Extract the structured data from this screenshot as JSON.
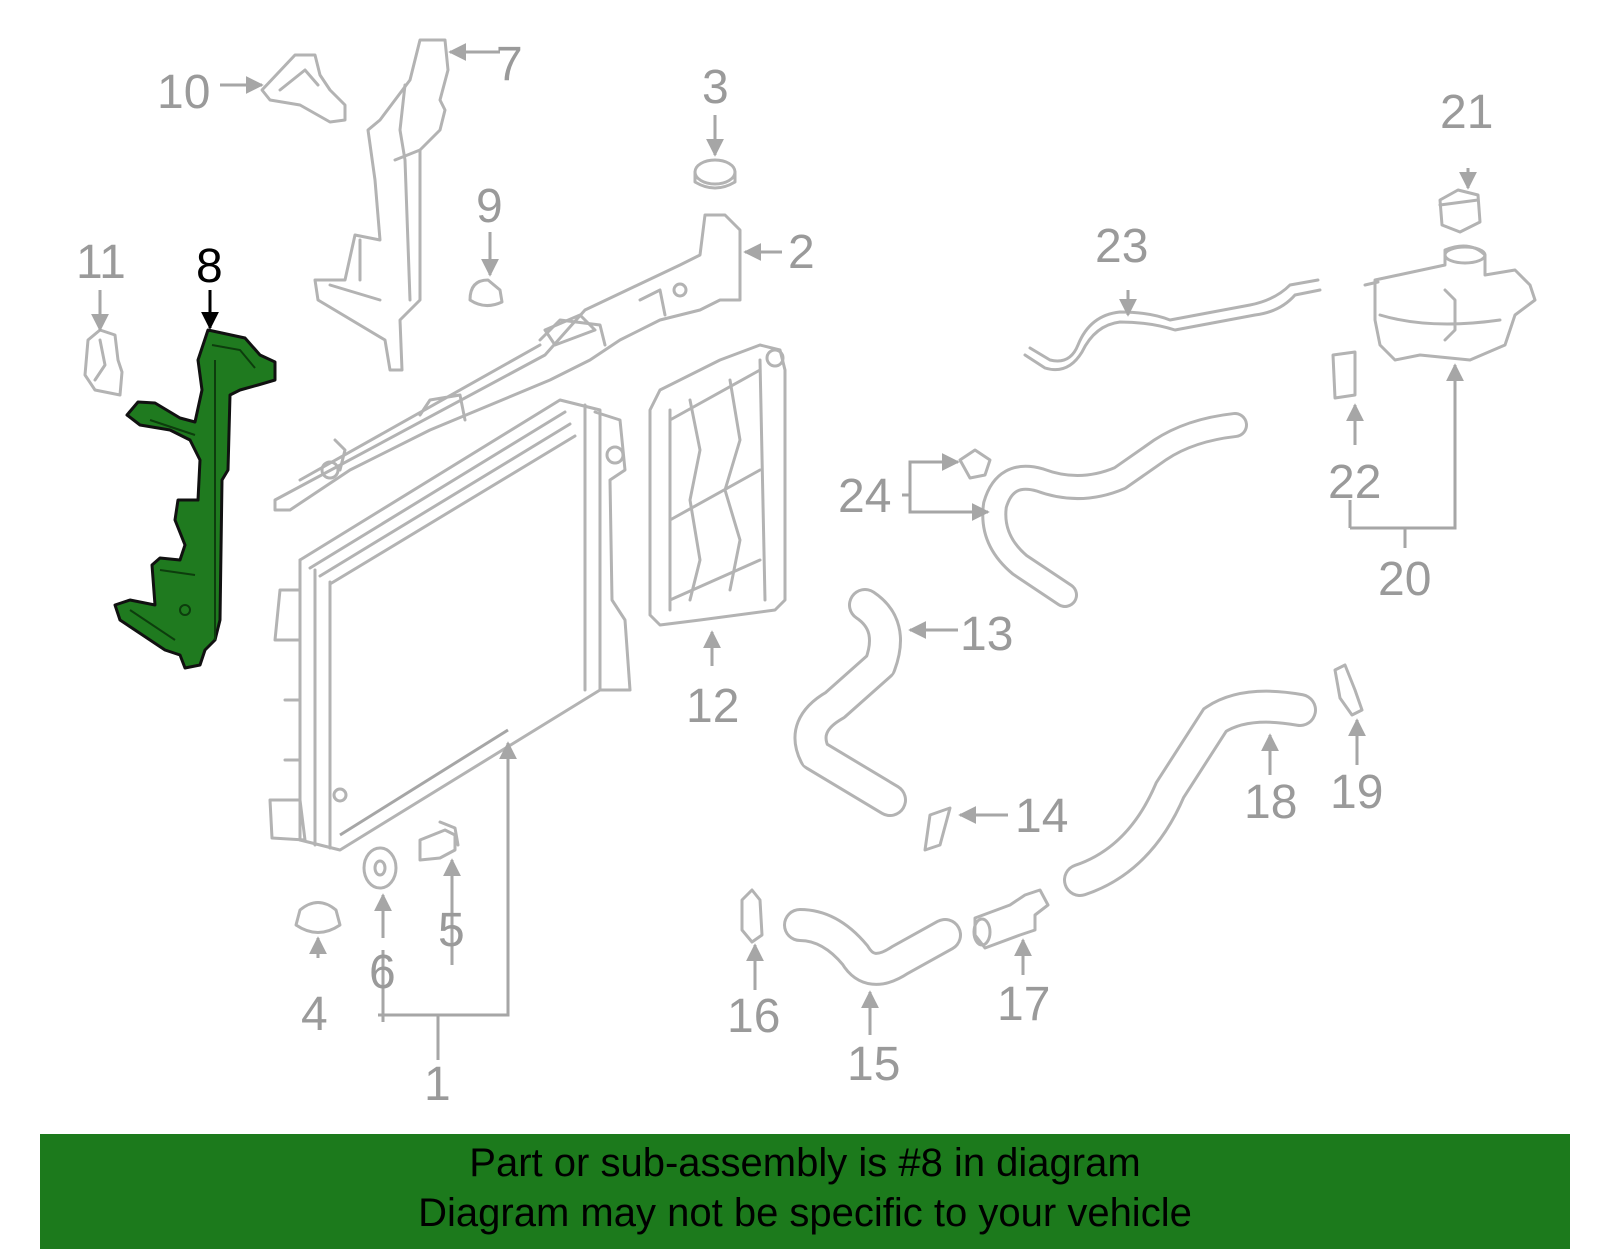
{
  "colors": {
    "highlight": "#1f7a1f",
    "banner": "#1c7a1c",
    "line": "#b3b3b3",
    "callout": "#9a9a9a"
  },
  "diagram": {
    "highlighted_part": "8",
    "callouts": [
      "1",
      "2",
      "3",
      "4",
      "5",
      "6",
      "7",
      "8",
      "9",
      "10",
      "11",
      "12",
      "13",
      "14",
      "15",
      "16",
      "17",
      "18",
      "19",
      "20",
      "21",
      "22",
      "23",
      "24"
    ]
  },
  "banner": {
    "line1": "Part or sub-assembly is #8 in diagram",
    "line2": "Diagram may not be specific to your vehicle"
  }
}
